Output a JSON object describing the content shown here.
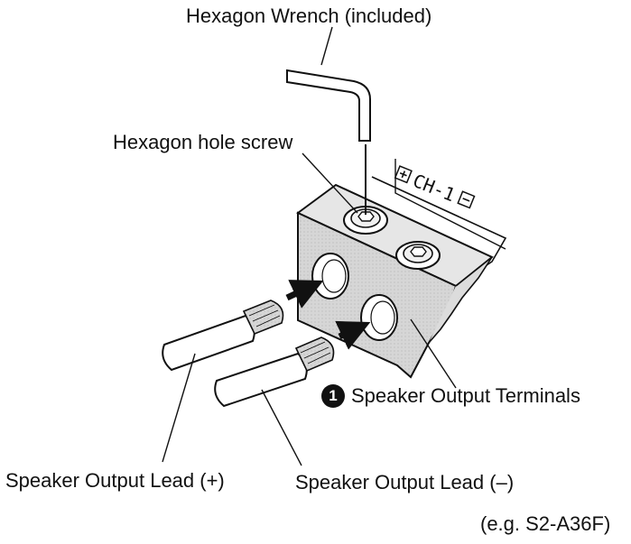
{
  "labels": {
    "wrench": "Hexagon Wrench (included)",
    "screw": "Hexagon hole screw",
    "terminals": "Speaker Output Terminals",
    "lead_plus": "Speaker Output Lead (+)",
    "lead_minus": "Speaker Output Lead (–)",
    "example": "(e.g. S2-A36F)",
    "channel": "CH-1",
    "callout_number": "1"
  },
  "colors": {
    "ink": "#111111",
    "block_fill": "#d4d4d4",
    "block_top": "#e6e6e6",
    "paper": "#ffffff"
  },
  "icons": {
    "plus_box": "plus-box-icon",
    "minus_box": "minus-box-icon",
    "callout": "circled-number-icon"
  }
}
